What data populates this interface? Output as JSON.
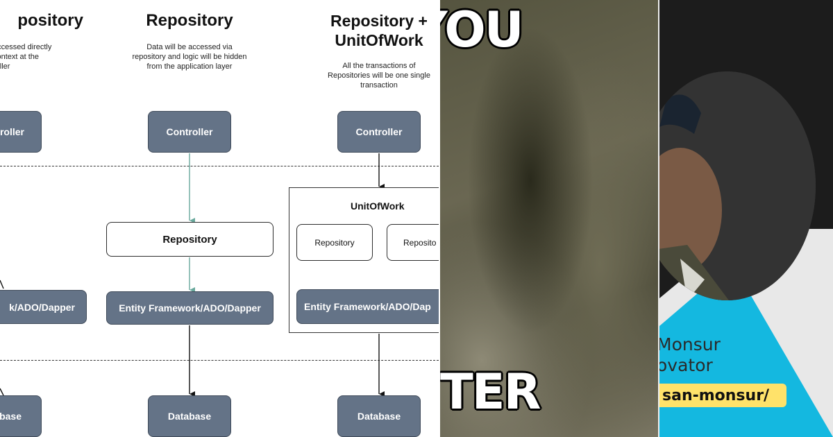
{
  "diagram": {
    "columns": [
      {
        "title": "Repository",
        "title_visible": "pository",
        "description_lines": [
          "accessed directly",
          "context at the",
          "roller"
        ],
        "controller": "roller",
        "orm": "k/ADO/Dapper",
        "database": "base"
      },
      {
        "title": "Repository",
        "description_lines": [
          "Data will be accessed via",
          "repository and logic will be hidden",
          "from the application layer"
        ],
        "controller": "Controller",
        "repository": "Repository",
        "orm": "Entity Framework/ADO/Dapper",
        "database": "Database"
      },
      {
        "title_lines": [
          "Repository +",
          "UnitOfWork"
        ],
        "description_lines": [
          "All the transactions of",
          "Repositories will be one single",
          "transaction"
        ],
        "controller": "Controller",
        "unit_of_work": "UnitOfWork",
        "repositories": [
          "Repository",
          "Reposito"
        ],
        "orm": "Entity Framework/ADO/Dap",
        "database": "Database"
      }
    ]
  },
  "meme": {
    "top_text": "YOU",
    "bottom_text": "TER"
  },
  "profile": {
    "name_line": "Monsur",
    "role_line": "ovator",
    "url": "san-monsur/"
  },
  "colors": {
    "dark_box": "#647387",
    "arrow_teal": "#6aa99d",
    "accent_cyan": "#14b8e0",
    "pill_yellow": "#ffe26a"
  }
}
